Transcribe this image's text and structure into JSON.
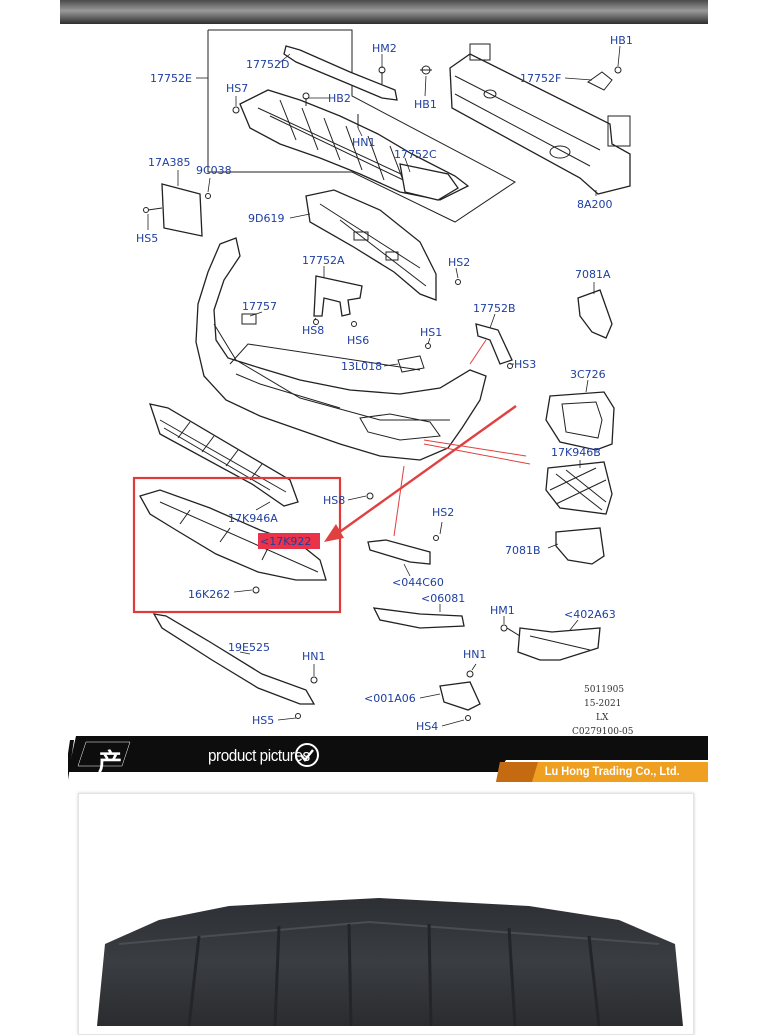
{
  "diagram": {
    "labels": {
      "l17752E": "17752E",
      "l17752D": "17752D",
      "lHM2": "HM2",
      "lHB1a": "HB1",
      "lHB1b": "HB1",
      "l17752F": "17752F",
      "lHS7": "HS7",
      "lHB2": "HB2",
      "lHN1a": "HN1",
      "l17752C": "17752C",
      "l8A200": "8A200",
      "l17A385": "17A385",
      "l9C038": "9C038",
      "lHS5a": "HS5",
      "l9D619": "9D619",
      "l17752A": "17752A",
      "lHS2a": "HS2",
      "l7081A": "7081A",
      "l17757": "17757",
      "lHS8a": "HS8",
      "lHS6": "HS6",
      "lHS1": "HS1",
      "l17752B": "17752B",
      "l13L018": "13L018",
      "lHS3": "HS3",
      "l3C726": "3C726",
      "l17K946B": "17K946B",
      "lHS8b": "HS8",
      "l17K946A": "17K946A",
      "l17K922": "<17K922",
      "lHS2b": "HS2",
      "l7081B": "7081B",
      "l16K262": "16K262",
      "l044C60": "<044C60",
      "l06081": "<06081",
      "lHM1": "HM1",
      "l402A63": "<402A63",
      "l19E525": "19E525",
      "lHN1b": "HN1",
      "lHN1c": "HN1",
      "l001A06": "<001A06",
      "lHS5b": "HS5",
      "lHS4": "HS4"
    },
    "ref": [
      "5011905",
      "15-2021",
      "LX",
      "C0279100-05"
    ],
    "colors": {
      "label": "#1f3fa0",
      "highlight_box": "#e03a3a",
      "arrow": "#e04040"
    },
    "highlighted_part": "<17K922"
  },
  "banner": {
    "cn_char": "产",
    "title": "product pictures",
    "check_icon": "check-circle-icon",
    "company": "Lu Hong Trading Co., Ltd.",
    "colors": {
      "bar": "#0d0d0d",
      "accent": "#f0a020"
    }
  },
  "photo": {
    "alt": "black lower bumper skid plate"
  }
}
